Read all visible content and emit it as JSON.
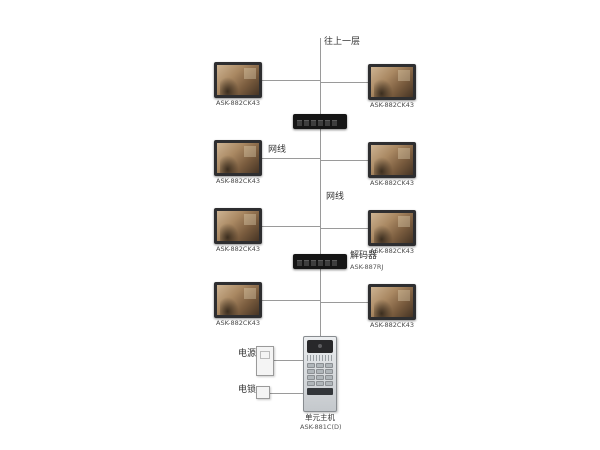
{
  "diagram": {
    "top_label": "往上一层",
    "cable_labels": [
      "网线",
      "网线"
    ],
    "decoder": {
      "label": "解码器",
      "model": "ASK-887RJ"
    },
    "power": {
      "label": "电源"
    },
    "lock": {
      "label": "电锁"
    },
    "door_station": {
      "label": "单元主机",
      "model": "ASK-881C(D)"
    },
    "monitors": [
      {
        "model": "ASK-882CK43"
      },
      {
        "model": "ASK-882CK43"
      },
      {
        "model": "ASK-882CK43"
      },
      {
        "model": "ASK-882CK43"
      },
      {
        "model": "ASK-882CK43"
      },
      {
        "model": "ASK-882CK43"
      },
      {
        "model": "ASK-882CK43"
      },
      {
        "model": "ASK-882CK43"
      }
    ]
  }
}
